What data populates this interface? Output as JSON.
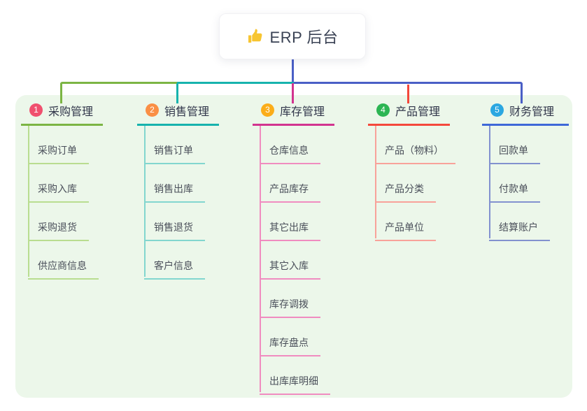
{
  "root": {
    "icon": "thumbs-up",
    "title": "ERP 后台",
    "connector_color": "#4A5FC6"
  },
  "panel_bg": "#ECF7EA",
  "branches": [
    {
      "num": "1",
      "label": "采购管理",
      "badge_color": "#F0506E",
      "line_color": "#7CB544",
      "light_color": "#B9DD90",
      "children": [
        "采购订单",
        "采购入库",
        "采购退货",
        "供应商信息"
      ]
    },
    {
      "num": "2",
      "label": "销售管理",
      "badge_color": "#FA8F45",
      "line_color": "#17B3AD",
      "light_color": "#82D6CF",
      "children": [
        "销售订单",
        "销售出库",
        "销售退货",
        "客户信息"
      ]
    },
    {
      "num": "3",
      "label": "库存管理",
      "badge_color": "#FBAD1A",
      "line_color": "#D2348F",
      "light_color": "#F08CC0",
      "children": [
        "仓库信息",
        "产品库存",
        "其它出库",
        "其它入库",
        "库存调拨",
        "库存盘点",
        "出库库明细"
      ]
    },
    {
      "num": "4",
      "label": "产品管理",
      "badge_color": "#2CB553",
      "line_color": "#F4483C",
      "light_color": "#F8A29A",
      "children": [
        "产品（物料）",
        "产品分类",
        "产品单位"
      ]
    },
    {
      "num": "5",
      "label": "财务管理",
      "badge_color": "#2BA7E1",
      "line_color": "#3E68D8",
      "light_color": "#8291CF",
      "children": [
        "回款单",
        "付款单",
        "结算账户"
      ]
    }
  ]
}
